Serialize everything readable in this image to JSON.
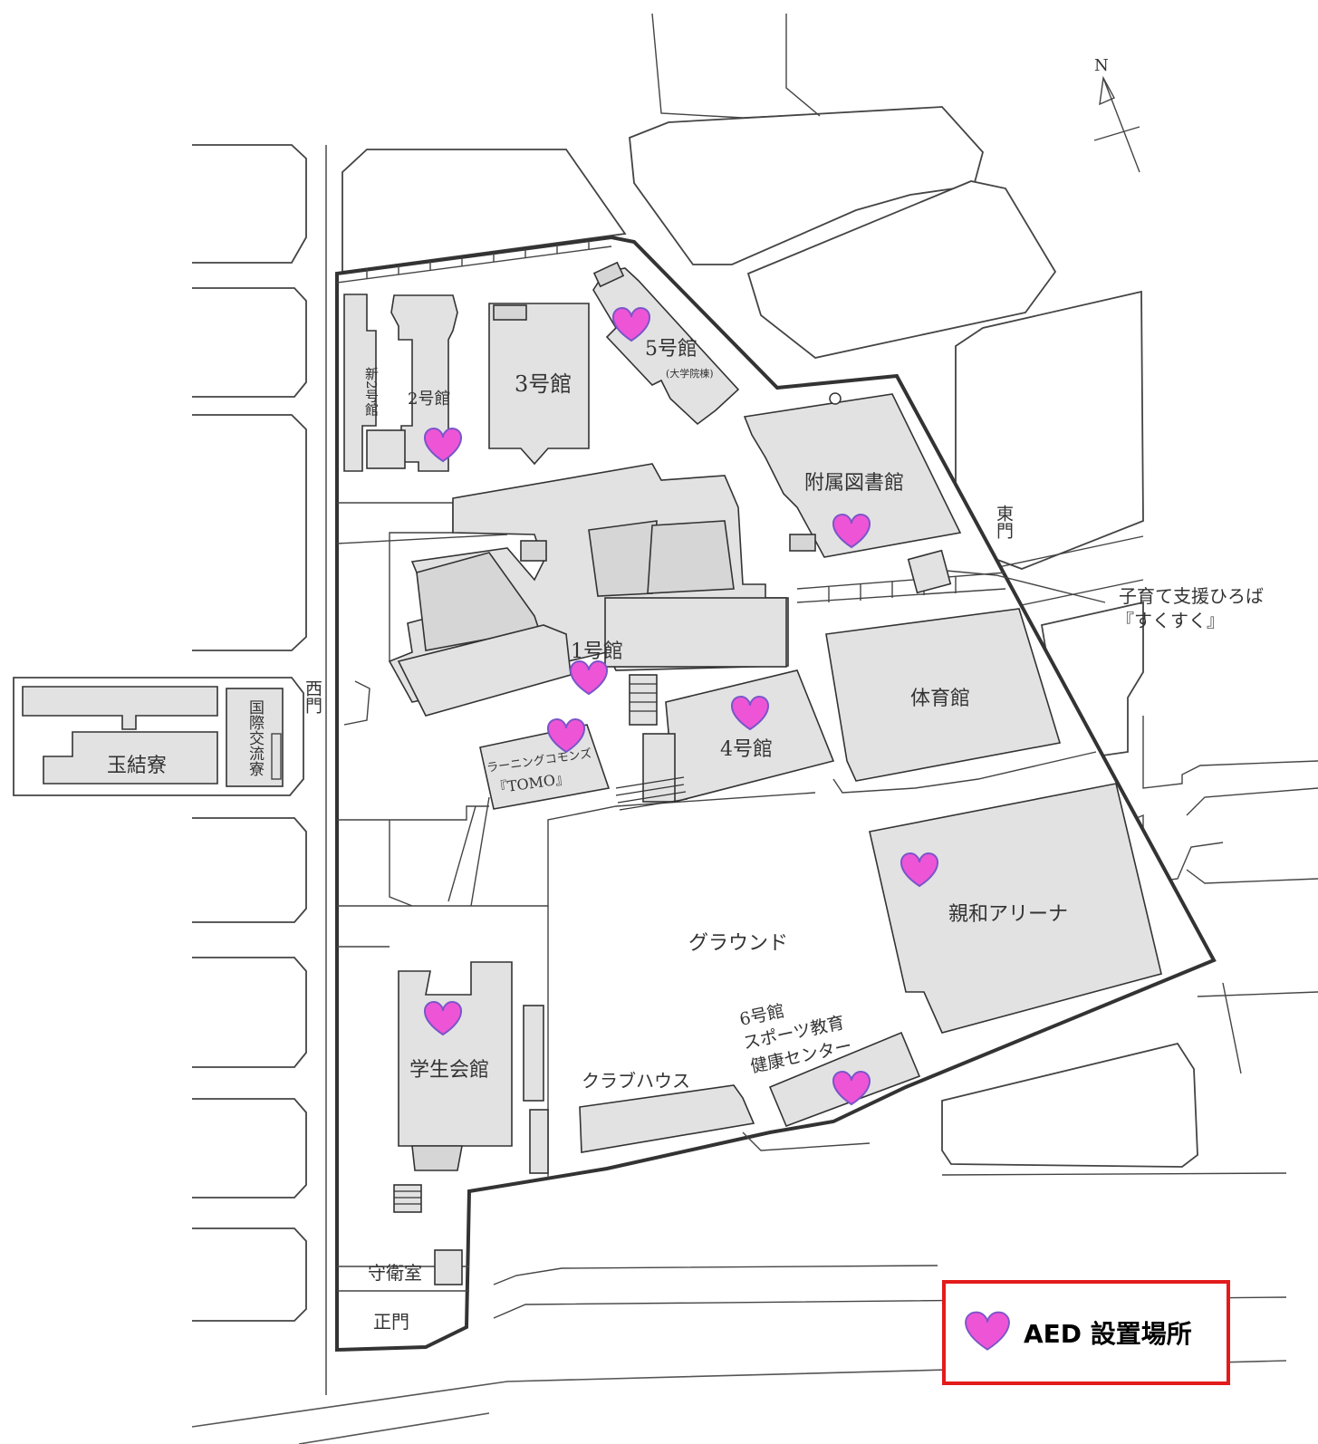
{
  "compass": {
    "north_label": "N"
  },
  "gates": {
    "west": "西門",
    "east": "東門",
    "main": "正門"
  },
  "buildings": {
    "new_2": "新2号館",
    "b2": "2号館",
    "b3": "3号館",
    "b5": "5号館",
    "b5_sub": "(大学院棟)",
    "library": "附属図書館",
    "b1": "1号館",
    "b4": "4号館",
    "gym": "体育館",
    "learning_commons": "ラーニングコモンズ",
    "tomo": "『TOMO』",
    "dorm": "玉結寮",
    "intl_dorm": "国際交流寮",
    "ground": "グラウンド",
    "arena": "親和アリーナ",
    "b6_line1": "6号館",
    "b6_line2": "スポーツ教育",
    "b6_line3": "健康センター",
    "clubhouse": "クラブハウス",
    "student_hall": "学生会館",
    "guard": "守衛室",
    "childcare_line1": "子育て支援ひろば",
    "childcare_line2": "『すくすく』"
  },
  "aed_markers": [
    "5号館",
    "2号館",
    "附属図書館",
    "1号館",
    "4号館",
    "ラーニングコモンズ『TOMO』",
    "親和アリーナ",
    "学生会館",
    "6号館"
  ],
  "legend": {
    "label": "AED 設置場所",
    "marker_color": "#ee55d6",
    "border_color": "#e31b1b"
  }
}
